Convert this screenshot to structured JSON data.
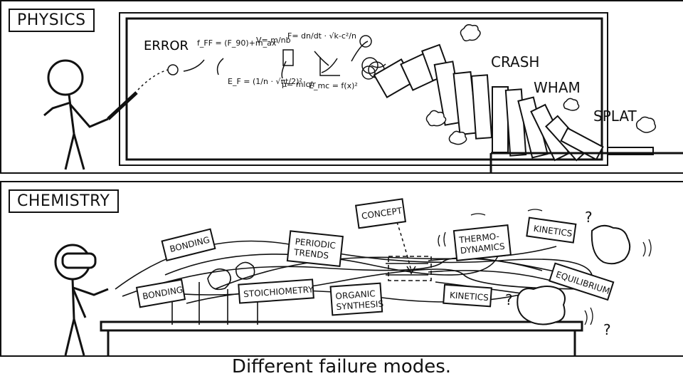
{
  "physics": {
    "label": "PHYSICS",
    "error": "ERROR",
    "equations": [
      "f_FF = (F_90)+m_ax",
      "V= m/nb",
      "F= dn/dt · √k-c²/n",
      "E_F = (1/n · √πt/2)²",
      "μ= mlc/r",
      "E_mc = f(x)²"
    ],
    "sounds": [
      "CRASH",
      "WHAM",
      "SPLAT"
    ]
  },
  "chemistry": {
    "label": "CHEMISTRY",
    "concept": "CONCEPT",
    "signs": [
      "BONDING",
      "BONDING",
      "PERIODIC TRENDS",
      "STOICHIOMETRY",
      "ORGANIC SYNTHESIS",
      "THERMO-DYNAMICS",
      "KINETICS",
      "KINETICS",
      "EQUILIBRIUM"
    ],
    "marks": [
      "?",
      "?",
      "?"
    ]
  },
  "caption": "Different failure modes."
}
